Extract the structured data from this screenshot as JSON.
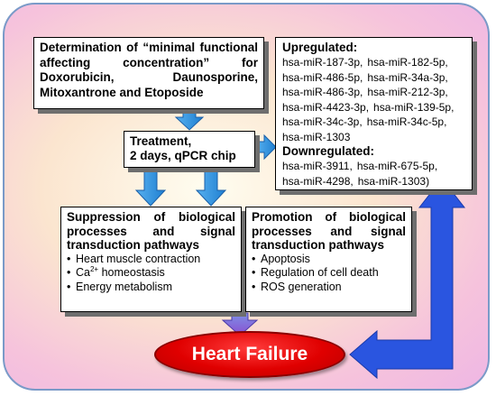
{
  "determination": {
    "text": "Determination of “minimal functional affecting concentration” for Doxorubicin, Daunosporine, Mitoxantrone and Etoposide"
  },
  "treatment": {
    "line1": "Treatment,",
    "line2": "2 days, qPCR chip"
  },
  "mirna": {
    "upregulated_heading": "Upregulated:",
    "upregulated": [
      "hsa-miR-187-3p,",
      "hsa-miR-182-5p,",
      "hsa-miR-486-5p,",
      "hsa-miR-34a-3p,",
      "hsa-miR-486-3p,",
      "hsa-miR-212-3p,",
      "hsa-miR-4423-3p,",
      "hsa-miR-139-5p,",
      "hsa-miR-34c-3p,",
      "hsa-miR-34c-5p,",
      "hsa-miR-1303"
    ],
    "downregulated_heading": "Downregulated:",
    "downregulated": [
      "hsa-miR-3911,",
      "hsa-miR-675-5p,",
      "hsa-miR-4298,",
      "hsa-miR-1303)"
    ]
  },
  "suppression": {
    "heading": "Suppression of biological processes and signal transduction pathways",
    "items": [
      "Heart muscle contraction",
      "homeostasis",
      "Energy metabolism"
    ],
    "ca_prefix": "Ca",
    "ca_sup": "2+"
  },
  "promotion": {
    "heading": "Promotion of biological processes and signal transduction pathways",
    "items": [
      "Apoptosis",
      "Regulation of cell death",
      "ROS generation"
    ]
  },
  "outcome": {
    "label": "Heart Failure"
  },
  "colors": {
    "arrow_fill": "#2d8fde",
    "arrow_stroke": "#1a5fa8",
    "side_arrow_fill": "#2a55e0",
    "outcome_red": "#e00000",
    "frame_border": "#7a9ac8"
  }
}
